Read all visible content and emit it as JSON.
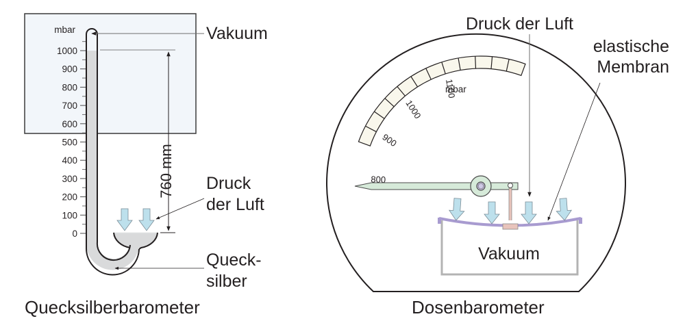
{
  "left_panel": {
    "caption": "Quecksilberbarometer",
    "unit_label": "mbar",
    "scale_labels": [
      "1000",
      "900",
      "800",
      "700",
      "600",
      "500",
      "400",
      "300",
      "200",
      "100",
      "0"
    ],
    "height_label": "760 mm",
    "label_vacuum": "Vakuum",
    "label_pressure_line1": "Druck",
    "label_pressure_line2": "der Luft",
    "label_mercury_line1": "Queck-",
    "label_mercury_line2": "silber",
    "colors": {
      "panel_bg": "#f2f6fa",
      "mercury": "#d9dadb",
      "arrow_fill": "#bde0ec",
      "outline": "#231f20"
    }
  },
  "right_panel": {
    "caption": "Dosenbarometer",
    "unit_label": "mbar",
    "dial_labels": [
      "800",
      "900",
      "1000",
      "1100"
    ],
    "label_pressure": "Druck der Luft",
    "label_membrane_line1": "elastische",
    "label_membrane_line2": "Membran",
    "label_vacuum": "Vakuum",
    "colors": {
      "dial_fill": "#f9f7ec",
      "pointer_fill": "#d6ead9",
      "pivot_fill": "#cfc8e6",
      "membrane": "#a89bd0",
      "rod": "#e8c4bc",
      "box_stroke": "#b3b3b3",
      "arrow_fill": "#bde0ec"
    }
  }
}
